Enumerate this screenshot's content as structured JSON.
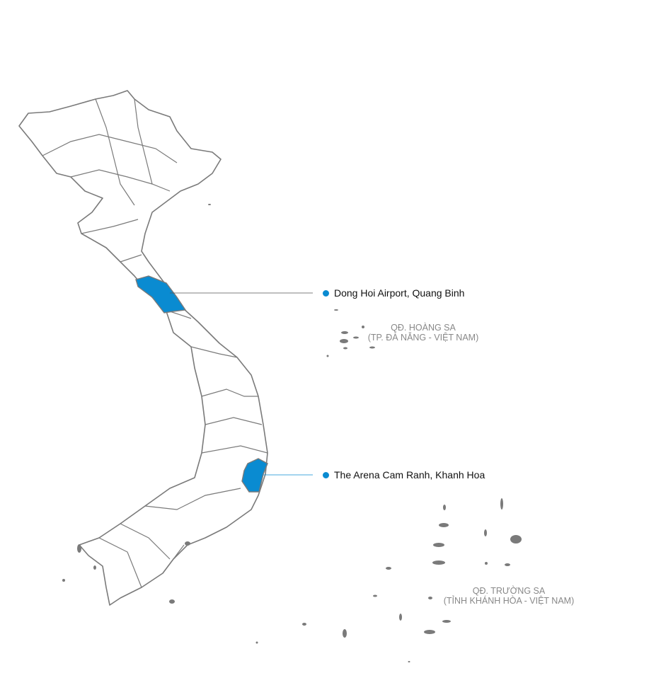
{
  "colors": {
    "highlight": "#0a8bd1",
    "border": "#7a7a7a",
    "archipelago_text": "#888888"
  },
  "locations": [
    {
      "name": "Dong Hoi Airport, Quang Binh",
      "province": "Quang Binh"
    },
    {
      "name": "The Arena Cam Ranh, Khanh Hoa",
      "province": "Khanh Hoa"
    }
  ],
  "archipelagos": [
    {
      "line1": "QĐ. HOÀNG SA",
      "line2": "(TP. ĐÀ NẴNG - VIỆT NAM)"
    },
    {
      "line1": "QĐ. TRƯỜNG SA",
      "line2": "(TỈNH KHÁNH HÒA - VIỆT NAM)"
    }
  ]
}
